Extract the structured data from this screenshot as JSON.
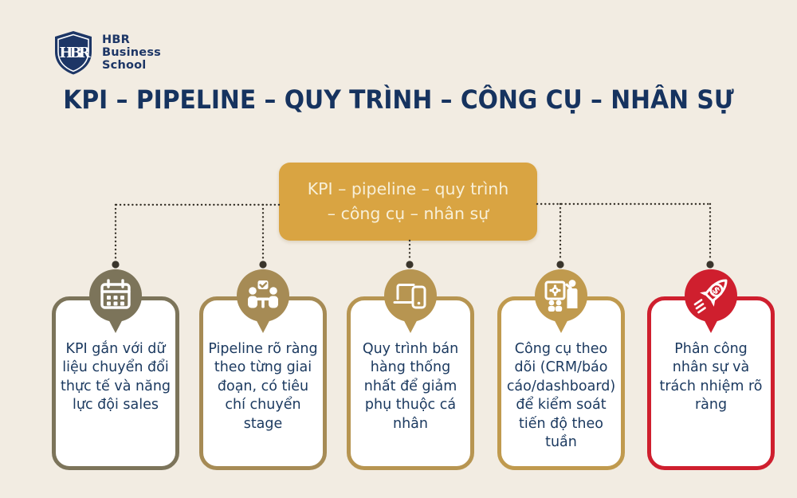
{
  "logo": {
    "monogram": "HBR",
    "name_lines": [
      "HBR",
      "Business",
      "School"
    ]
  },
  "title": "KPI – PIPELINE – QUY TRÌNH – CÔNG CỤ – NHÂN SỰ",
  "center_box": {
    "line1": "KPI – pipeline – quy trình",
    "line2": "– công cụ – nhân sự"
  },
  "cards": [
    {
      "icon": "calendar-icon",
      "accent_color": "#7c745a",
      "text": "KPI gắn với dữ liệu chuyển đổi thực tế và năng lực đội sales"
    },
    {
      "icon": "meeting-icon",
      "accent_color": "#a68b55",
      "text": "Pipeline rõ ràng theo từng giai đoạn, có tiêu chí chuyển stage"
    },
    {
      "icon": "devices-icon",
      "accent_color": "#b79551",
      "text": "Quy trình bán hàng thống nhất để giảm phụ thuộc cá nhân"
    },
    {
      "icon": "presentation-icon",
      "accent_color": "#c09a4e",
      "text": "Công cụ theo dõi (CRM/báo cáo/dashboard) để kiểm soát tiến độ theo tuần"
    },
    {
      "icon": "rocket-icon",
      "accent_color": "#cf1f2e",
      "text": "Phân công nhân sự và trách nhiệm rõ ràng"
    }
  ],
  "colors": {
    "background": "#f2ece2",
    "navy": "#16335f",
    "center_box_fill": "#d9a442",
    "center_box_text": "#f8f0d9",
    "connector": "#3a352c",
    "card_background": "#ffffff",
    "card_text": "#1c3a60"
  }
}
